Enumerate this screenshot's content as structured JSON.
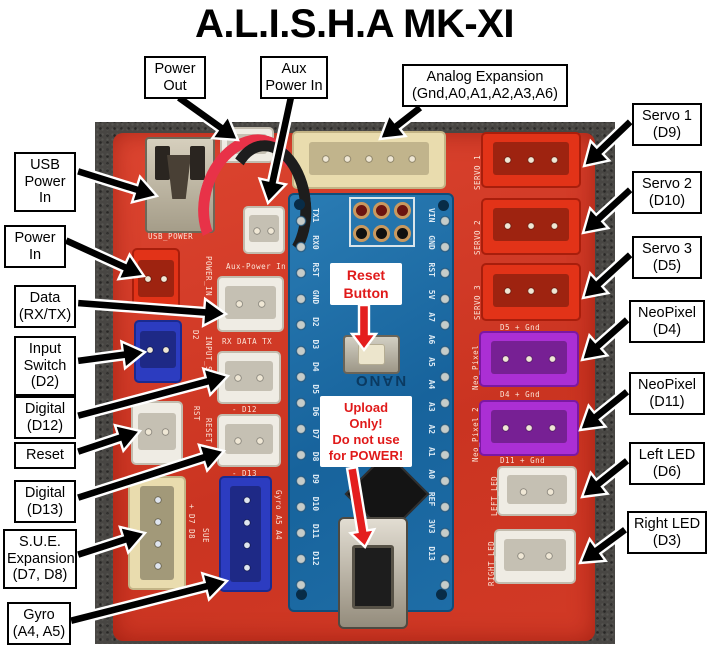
{
  "title": "A.L.I.S.H.A MK-XI",
  "callouts": {
    "power_out": {
      "lines": [
        "Power",
        "Out"
      ]
    },
    "aux_power_in": {
      "lines": [
        "Aux",
        "Power In"
      ]
    },
    "analog_expansion": {
      "lines": [
        "Analog Expansion",
        "(Gnd,A0,A1,A2,A3,A6)"
      ]
    },
    "servo1": {
      "lines": [
        "Servo 1",
        "(D9)"
      ]
    },
    "servo2": {
      "lines": [
        "Servo 2",
        "(D10)"
      ]
    },
    "servo3": {
      "lines": [
        "Servo 3",
        "(D5)"
      ]
    },
    "neopixel_d4": {
      "lines": [
        "NeoPixel",
        "(D4)"
      ]
    },
    "neopixel_d11": {
      "lines": [
        "NeoPixel",
        "(D11)"
      ]
    },
    "left_led": {
      "lines": [
        "Left LED",
        "(D6)"
      ]
    },
    "right_led": {
      "lines": [
        "Right LED",
        "(D3)"
      ]
    },
    "usb_power_in": {
      "lines": [
        "USB",
        "Power In"
      ]
    },
    "power_in": {
      "lines": [
        "Power In"
      ]
    },
    "data_rx_tx": {
      "lines": [
        "Data",
        "(RX/TX)"
      ]
    },
    "input_switch": {
      "lines": [
        "Input",
        "Switch",
        "(D2)"
      ]
    },
    "digital_d12": {
      "lines": [
        "Digital",
        "(D12)"
      ]
    },
    "reset": {
      "lines": [
        "Reset"
      ]
    },
    "digital_d13": {
      "lines": [
        "Digital",
        "(D13)"
      ]
    },
    "sue_expansion": {
      "lines": [
        "S.U.E.",
        "Expansion",
        "(D7, D8)"
      ]
    },
    "gyro": {
      "lines": [
        "Gyro",
        "(A4, A5)"
      ]
    }
  },
  "board_notes": {
    "reset_button": {
      "lines": [
        "Reset",
        "Button"
      ]
    },
    "upload_warning": {
      "lines": [
        "Upload",
        "Only!",
        "Do not use",
        "for POWER!"
      ]
    }
  },
  "nano": {
    "name": "NANO",
    "left_pins": "TX1 RX0 RST GND D2 D3 D4 D5 D6 D7 D8 D9 D10 D11 D12",
    "right_pins": "VIN GND RST 5V A7 A6 A5 A4 A3 A2 A1 A0 REF 3V3 D13"
  },
  "silkscreen": {
    "usb_power": "USB_POWER",
    "aux_power": "Aux-Power In",
    "rx_data_tx": "RX DATA TX",
    "d12": "-  D12",
    "d13": "-  D13",
    "power_in": "POWER_IN",
    "d2": "D2",
    "input_sw": "INPUT_SW",
    "rst": "RST",
    "reset": "RESET",
    "sue": "SUE",
    "d7d8": "+ D7 D8",
    "gyro": "Gyro A5 A4",
    "servo1": "SERVO 1",
    "servo2": "SERVO 2",
    "servo3": "SERVO 3",
    "neo1": "Neo_Pixel",
    "neo2": "Neo_Pixel 2",
    "d5gnd": "D5  +  Gnd",
    "d4gnd": "D4  +  Gnd",
    "d11gnd": "D11  +  Gnd",
    "left_led": "LEFT_LED",
    "right_led": "RIGHT_LED"
  },
  "colors": {
    "pcb_red": "#d23a26",
    "servo_red": "#e23318",
    "neopixel_purple": "#ab2fd4",
    "connector_blue": "#2c3cc0",
    "nano_blue": "#1e6da6",
    "warning_red": "#e01a1a",
    "photo_background": "#484643"
  }
}
